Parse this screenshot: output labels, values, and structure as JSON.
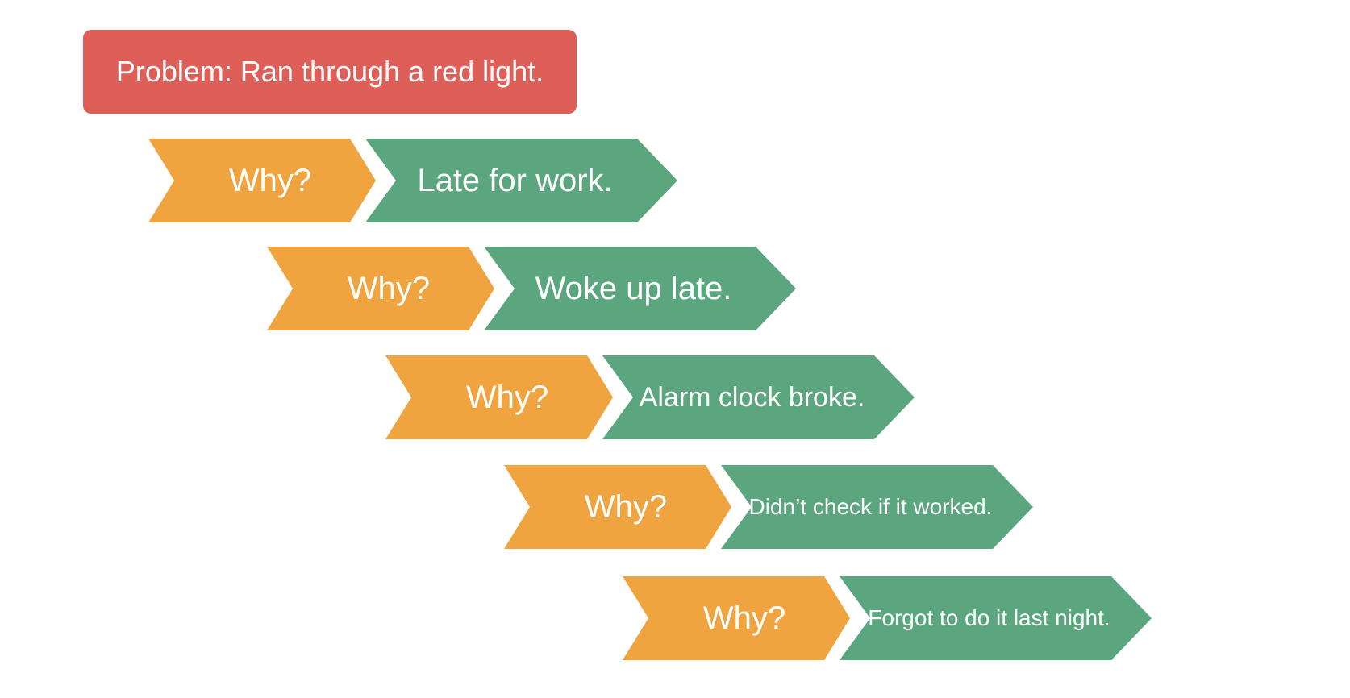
{
  "problem": {
    "text": "Problem: Ran through a red light.",
    "color": "#DE5F58"
  },
  "colors": {
    "why": "#F0A43F",
    "answer": "#5BA67E",
    "text": "#FFFFFF"
  },
  "steps": [
    {
      "why": "Why?",
      "answer": "Late for work."
    },
    {
      "why": "Why?",
      "answer": "Woke up late."
    },
    {
      "why": "Why?",
      "answer": "Alarm clock broke."
    },
    {
      "why": "Why?",
      "answer": "Didn’t check if it worked."
    },
    {
      "why": "Why?",
      "answer": "Forgot to do it last night."
    }
  ]
}
